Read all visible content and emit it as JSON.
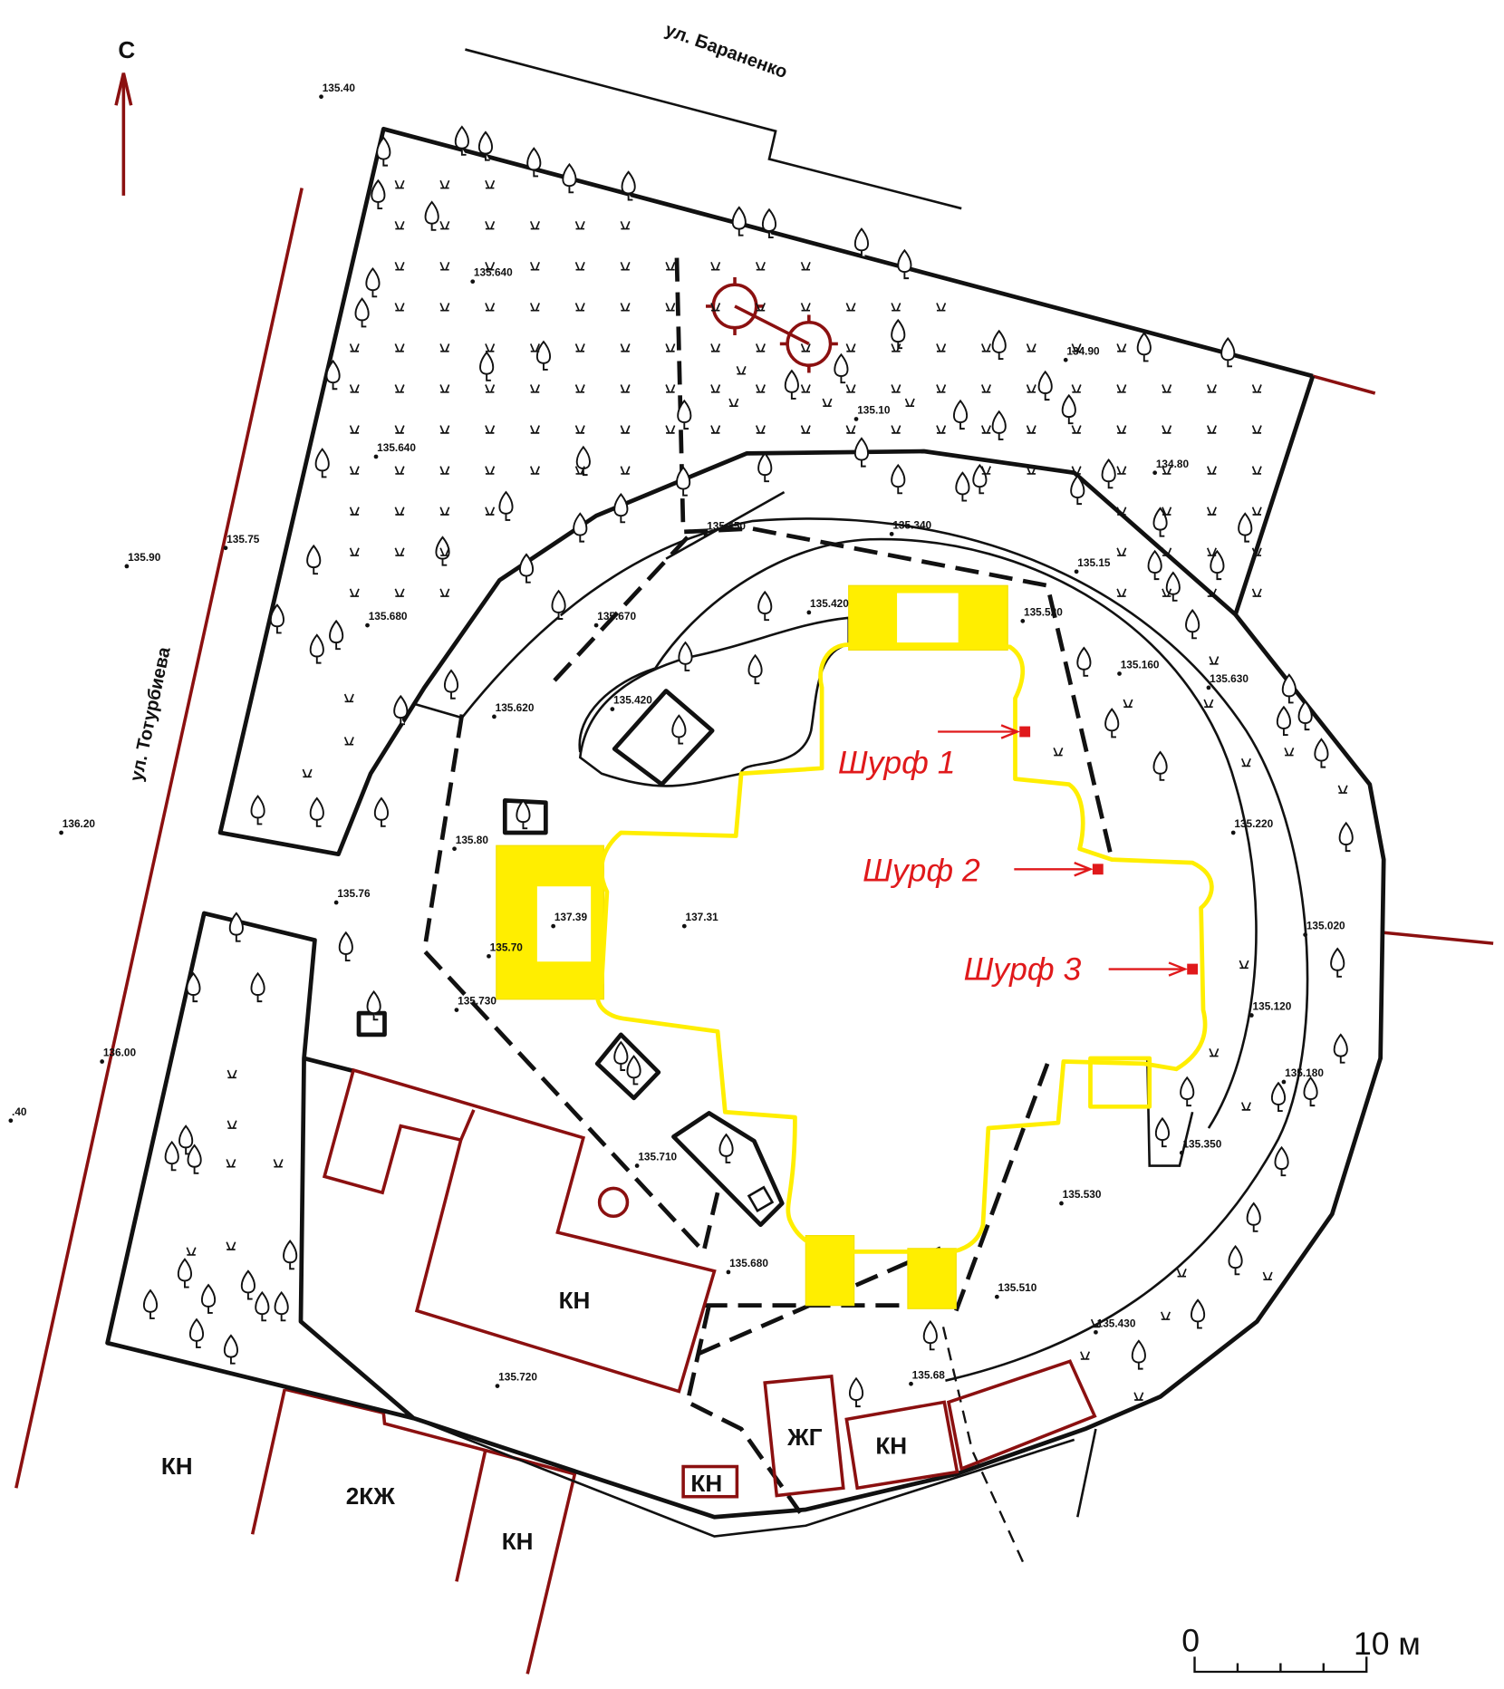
{
  "title_streets": {
    "north": "ул. Бараненко",
    "west": "ул. Тотурбиева"
  },
  "north_arrow": {
    "label": "С",
    "color": "#8b1010"
  },
  "elevations": [
    "135.40",
    "135.640",
    "135.640",
    "135.10",
    "134.90",
    "134.80",
    "135.75",
    "135.90",
    "135.450",
    "135.340",
    "135.15",
    "135.420",
    "135.520",
    "135.670",
    "135.680",
    "135.420",
    "135.160",
    "135.630",
    "135.620",
    "135.220",
    "136.20",
    "135.80",
    "135.76",
    "137.39",
    "137.31",
    "135.730",
    "135.020",
    "135.120",
    "136.00",
    "135.180",
    "135.350",
    "135.710",
    "135.530",
    "135.680",
    "135.510",
    "135.430",
    "135.720",
    "135.68",
    "135.70",
    ".40"
  ],
  "pits": [
    {
      "label": "Шурф 1"
    },
    {
      "label": "Шурф 2"
    },
    {
      "label": "Шурф 3"
    }
  ],
  "buildings": {
    "kn_main": "КН",
    "kn_sw": "КН",
    "kzh": "2КЖ",
    "kn_s": "КН",
    "kn_small": "КН",
    "zhg": "ЖГ",
    "kn_se": "КН"
  },
  "scale_bar": {
    "start": "0",
    "end": "10 м"
  },
  "colors": {
    "church_outline": "#ffee00",
    "pit_marker": "#e0191b",
    "red_lines": "#8b1010"
  }
}
